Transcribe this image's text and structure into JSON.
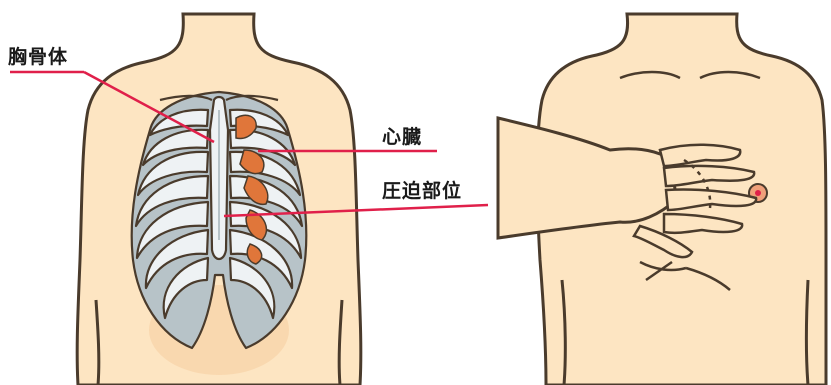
{
  "labels": {
    "sternum_body": "胸骨体",
    "heart": "心臓",
    "compression_site": "圧迫部位"
  },
  "colors": {
    "skin": "#fde5c2",
    "skin_shade": "#f7cfa2",
    "outline": "#4a3b2c",
    "bone": "#eef2f4",
    "bone_shadow": "#b7c3c8",
    "heart": "#e0763a",
    "leader_line": "#e0204a",
    "nipple": "#f0a07a"
  },
  "icons": {
    "left_panel": "ribcage-anatomy-illustration",
    "right_panel": "chest-compression-hands-illustration"
  }
}
